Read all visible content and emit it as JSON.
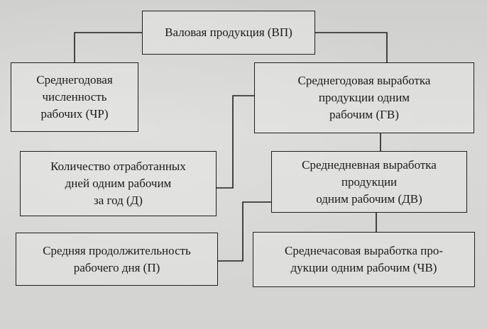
{
  "boxes": {
    "vp": "Валовая продукция (ВП)",
    "chr": [
      "Среднегодовая",
      "численность",
      "рабочих (ЧР)"
    ],
    "gv": [
      "Среднегодовая выработка",
      "продукции одним",
      "рабочим (ГВ)"
    ],
    "d": [
      "Количество отработанных",
      "дней одним рабочим",
      "за год (Д)"
    ],
    "dv": [
      "Среднедневная выработка",
      "продукции",
      "одним рабочим (ДВ)"
    ],
    "p": [
      "Средняя продолжительность",
      "рабочего дня (П)"
    ],
    "chv": [
      "Среднечасовая выработка про-",
      "дукции одним рабочим (ЧВ)"
    ]
  }
}
